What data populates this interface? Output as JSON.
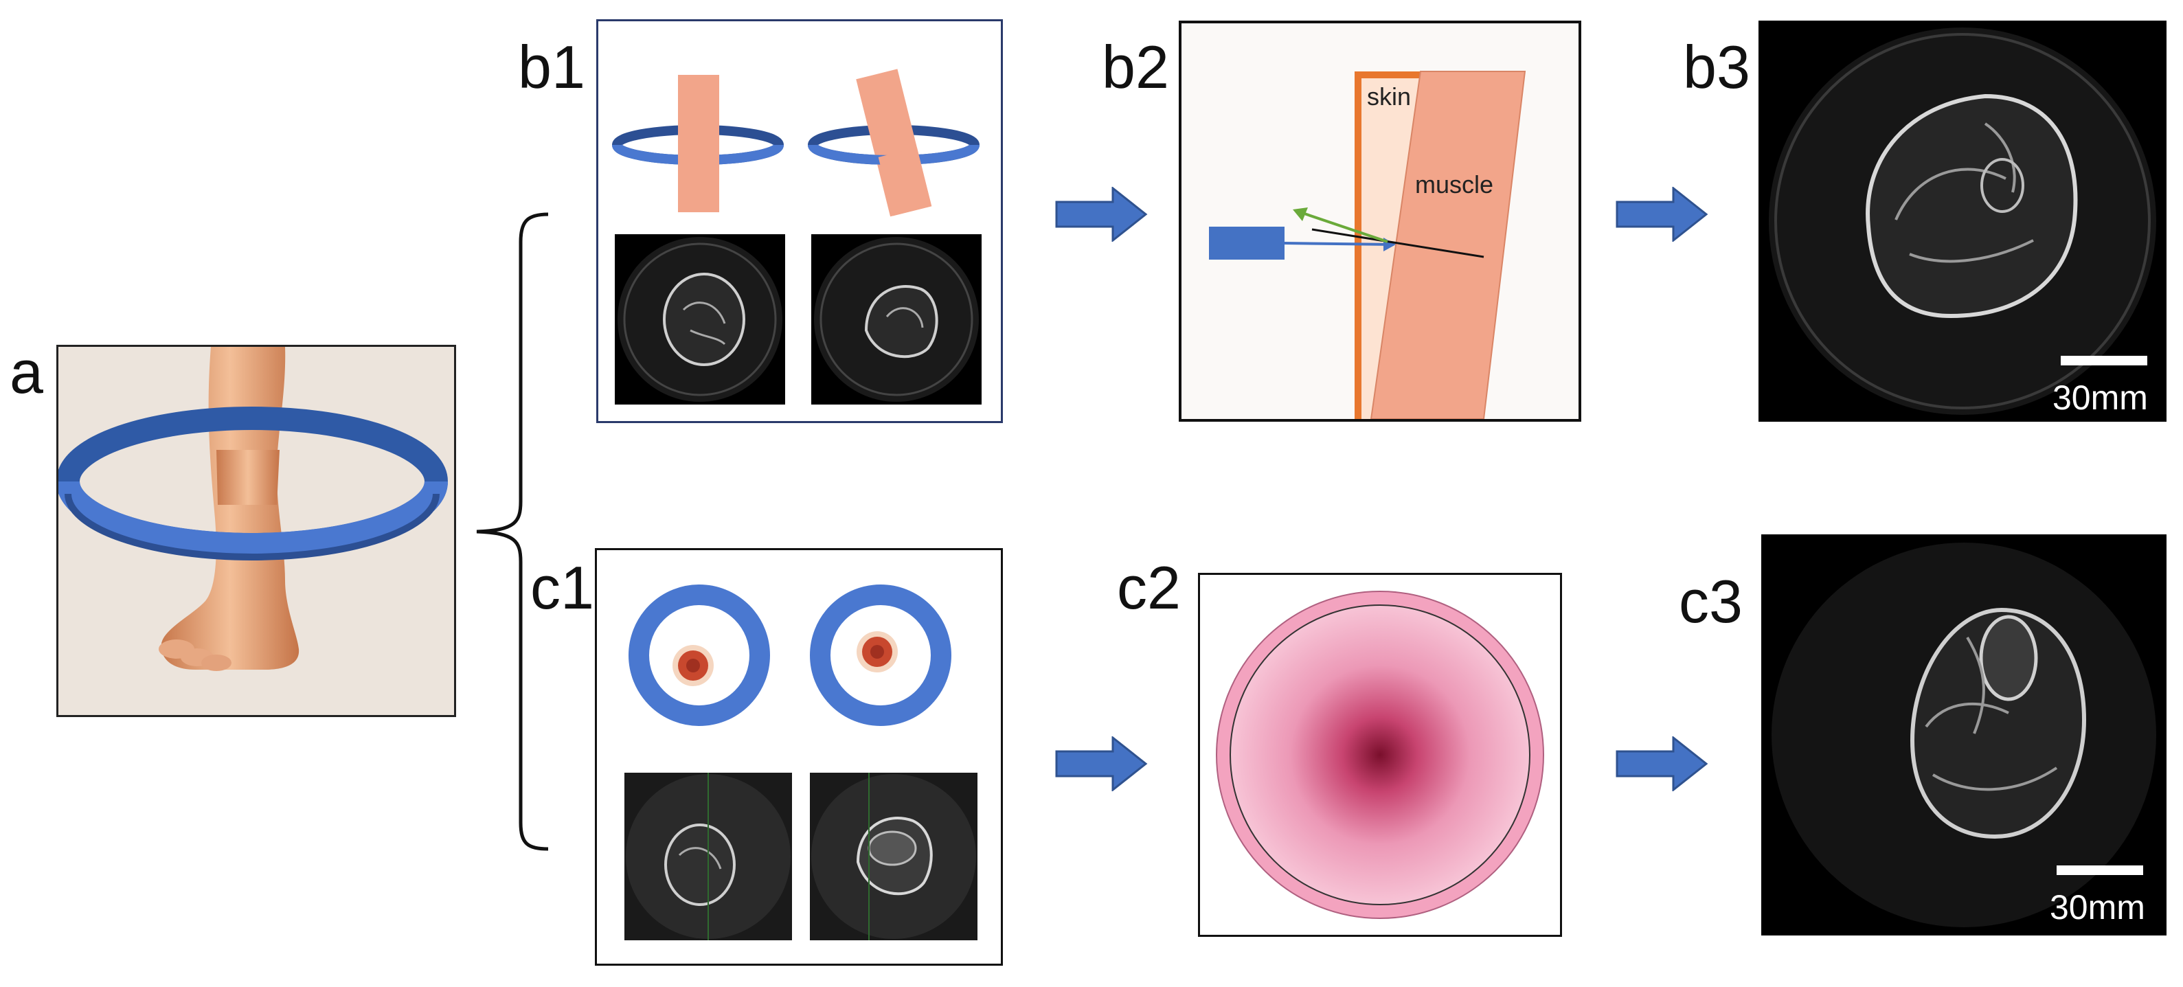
{
  "panels": {
    "a": {
      "label": "a"
    },
    "b1": {
      "label": "b1"
    },
    "b2": {
      "label": "b2",
      "tissue_labels": {
        "skin": "skin",
        "muscle": "muscle"
      }
    },
    "b3": {
      "label": "b3",
      "scale": "30mm"
    },
    "c1": {
      "label": "c1"
    },
    "c2": {
      "label": "c2"
    },
    "c3": {
      "label": "c3",
      "scale": "30mm"
    }
  },
  "colors": {
    "ring_blue": "#4a78d0",
    "arrow_blue": "#4472c4",
    "tissue_salmon": "#f2a58a",
    "skin_orange": "#e8772e",
    "disk_pink": "#f3a3bf",
    "disk_center": "#7a0f2c",
    "ultrasound_bg": "#000000"
  },
  "icons": [
    "leg-illustration",
    "transducer-ring",
    "flow-arrow"
  ]
}
